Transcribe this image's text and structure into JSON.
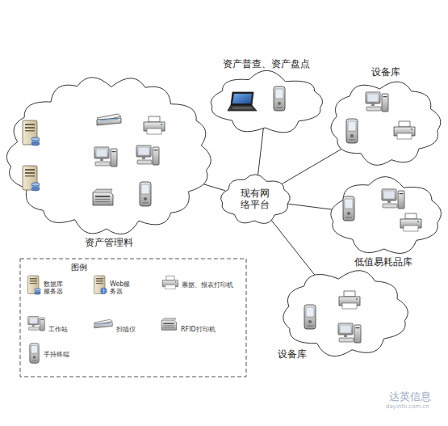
{
  "diagram": {
    "nodes": [
      {
        "text": [
          "资产管理料"
        ]
      },
      {
        "text": [
          "资产普查、资产盘点"
        ]
      },
      {
        "text": [
          "设备库"
        ]
      },
      {
        "text": [
          "现有网络平台"
        ]
      },
      {
        "text": [
          "低值易耗品库"
        ]
      },
      {
        "text": [
          "设备库"
        ]
      }
    ],
    "edges": [
      {
        "from": 3,
        "to": 0,
        "arrow": "none"
      },
      {
        "from": 3,
        "to": 1,
        "arrow": "none"
      },
      {
        "from": 3,
        "to": 2,
        "arrow": "none"
      },
      {
        "from": 3,
        "to": 4,
        "arrow": "none"
      },
      {
        "from": 3,
        "to": 5,
        "arrow": "none"
      }
    ],
    "labels": [
      "图例",
      "达英信息",
      "dayinfo.com.cn"
    ],
    "legend": [
      {
        "text": "数据库服务器"
      },
      {
        "text": "Web服务器"
      },
      {
        "text": "票据、报表打印机"
      },
      {
        "text": "工作站"
      },
      {
        "text": "扫描仪"
      },
      {
        "text": "RFID打印机"
      },
      {
        "text": "手持终端"
      }
    ]
  }
}
